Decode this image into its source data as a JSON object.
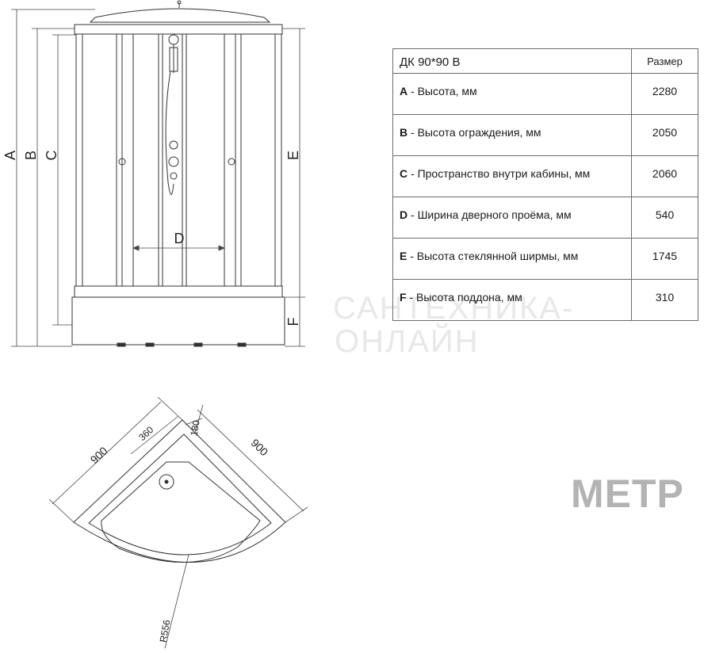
{
  "dimension_letters": {
    "a": "A",
    "b": "B",
    "c": "C",
    "d": "D",
    "e": "E",
    "f": "F"
  },
  "spec_table": {
    "model": "ДК 90*90 В",
    "size_header": "Размер",
    "rows": [
      {
        "letter": "A",
        "label": " - Высота, мм",
        "value": "2280"
      },
      {
        "letter": "B",
        "label": " - Высота ограждения, мм",
        "value": "2050"
      },
      {
        "letter": "C",
        "label": " - Пространство внутри кабины, мм",
        "value": "2060"
      },
      {
        "letter": "D",
        "label": " - Ширина дверного проёма, мм",
        "value": "540"
      },
      {
        "letter": "E",
        "label": " - Высота стеклянной ширмы, мм",
        "value": "1745"
      },
      {
        "letter": "F",
        "label": " - Высота поддона, мм",
        "value": "310"
      }
    ]
  },
  "plan_view": {
    "width_left": "900",
    "width_right": "900",
    "dim_360": "360",
    "dim_180": "180",
    "radius": "R556"
  },
  "watermark": {
    "line1": "САНТЕХНИКА-",
    "line2": "ОНЛАЙН"
  },
  "brand": "МЕТР"
}
